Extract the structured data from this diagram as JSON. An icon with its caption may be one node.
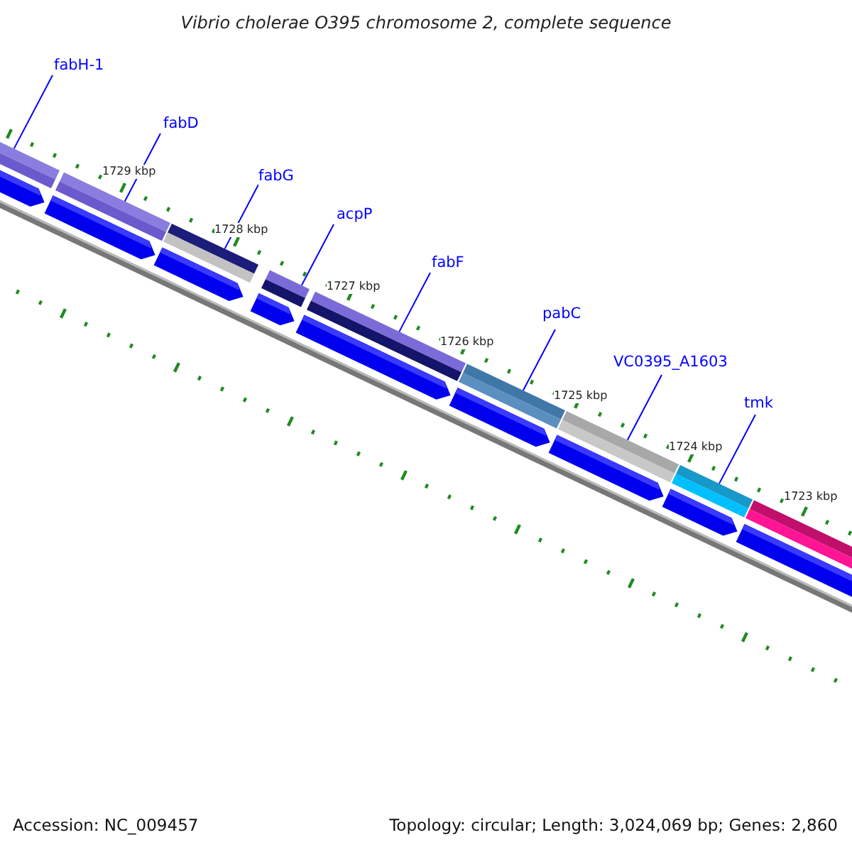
{
  "diagram": {
    "title": "Vibrio cholerae O395 chromosome 2, complete sequence",
    "nodes": [
      {
        "text": [
          "fabH-1"
        ]
      },
      {
        "text": [
          "fabD"
        ]
      },
      {
        "text": [
          "fabG"
        ]
      },
      {
        "text": [
          "acpP"
        ]
      },
      {
        "text": [
          "fabF"
        ]
      },
      {
        "text": [
          "pabC"
        ]
      },
      {
        "text": [
          "VC0395_A1603"
        ]
      },
      {
        "text": [
          "tmk"
        ]
      },
      {
        "text": [],
        "shape": "bar"
      },
      {
        "text": [],
        "shape": "bar"
      },
      {
        "text": [],
        "shape": "bar"
      },
      {
        "text": [],
        "shape": "bar"
      },
      {
        "text": [],
        "shape": "bar"
      },
      {
        "text": [],
        "shape": "bar"
      },
      {
        "text": [],
        "shape": "bar"
      },
      {
        "text": [],
        "shape": "bar"
      },
      {
        "text": [],
        "shape": "bar"
      },
      {
        "text": [],
        "shape": "pentagon"
      },
      {
        "text": [],
        "shape": "pentagon"
      },
      {
        "text": [],
        "shape": "pentagon"
      },
      {
        "text": [],
        "shape": "pentagon"
      },
      {
        "text": [],
        "shape": "pentagon"
      },
      {
        "text": [],
        "shape": "pentagon"
      },
      {
        "text": [],
        "shape": "pentagon"
      },
      {
        "text": [],
        "shape": "pentagon"
      },
      {
        "text": [],
        "shape": "pentagon"
      }
    ],
    "edges": [
      {
        "from": 0,
        "to": 8,
        "arrow": "none"
      },
      {
        "from": 1,
        "to": 9,
        "arrow": "none"
      },
      {
        "from": 2,
        "to": 10,
        "arrow": "none"
      },
      {
        "from": 3,
        "to": 11,
        "arrow": "none"
      },
      {
        "from": 4,
        "to": 12,
        "arrow": "none"
      },
      {
        "from": 5,
        "to": 13,
        "arrow": "none"
      },
      {
        "from": 6,
        "to": 14,
        "arrow": "none"
      },
      {
        "from": 7,
        "to": 15,
        "arrow": "none"
      }
    ],
    "labels": [
      "1729 kbp",
      "1728 kbp",
      "1727 kbp",
      "1726 kbp",
      "1725 kbp",
      "1724 kbp",
      "1723 kbp",
      "Accession: NC_009457",
      "Topology: circular; Length: 3,024,069 bp; Genes: 2,860"
    ]
  }
}
